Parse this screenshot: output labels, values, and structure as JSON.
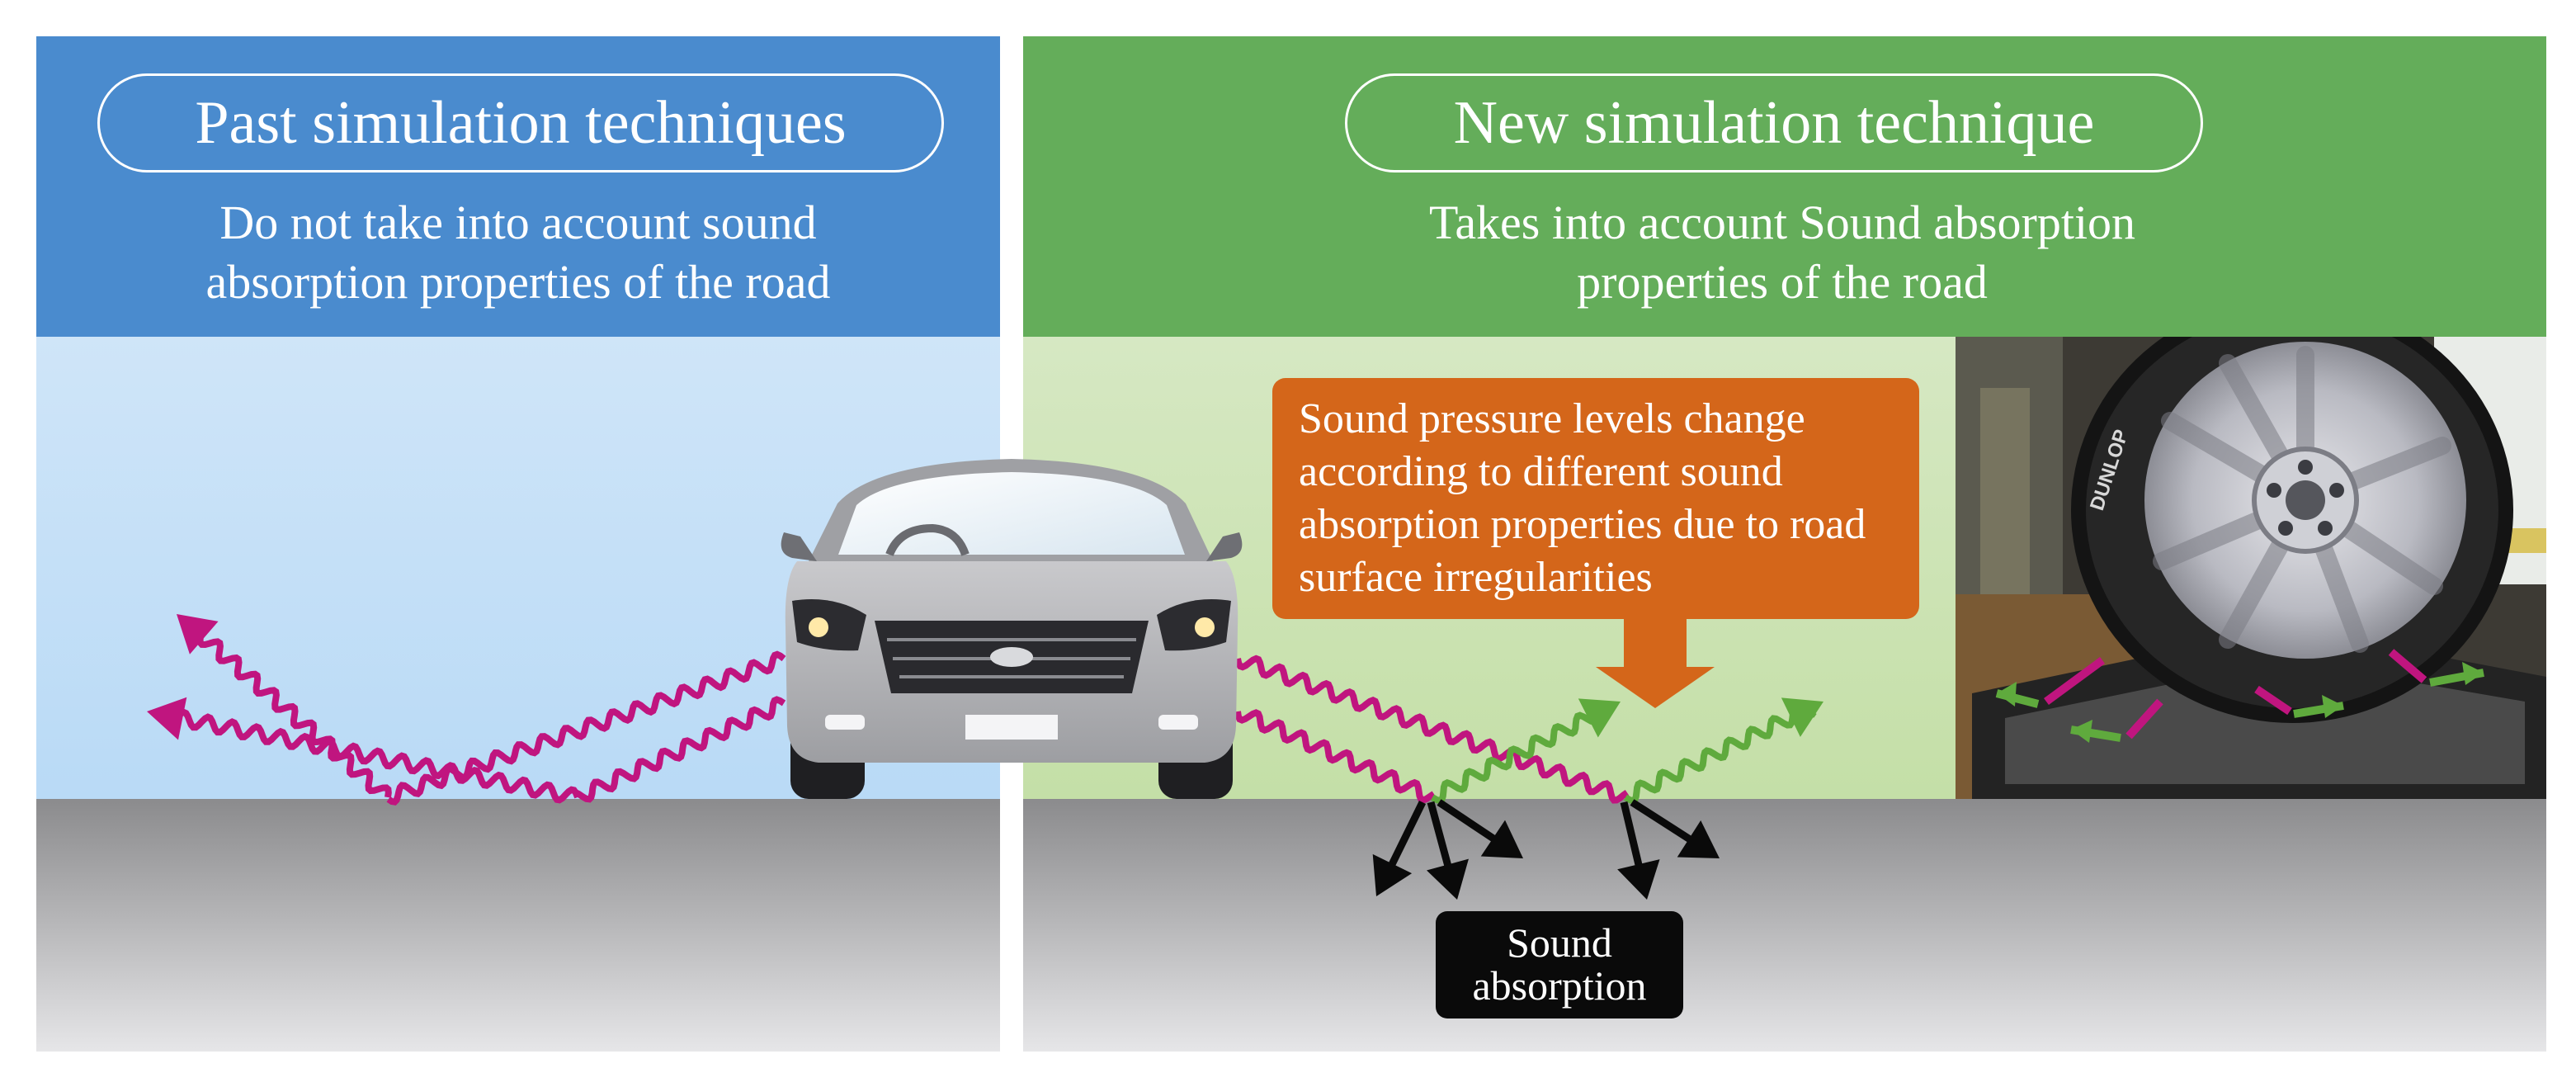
{
  "past": {
    "title": "Past simulation techniques",
    "subtitle": "Do not take into account sound\nabsorption properties of the road",
    "header_color": "#4a8bce",
    "sky_color": "#c5e0f7"
  },
  "new": {
    "title": "New simulation technique",
    "subtitle": "Takes into account Sound absorption\nproperties of the road",
    "header_color": "#64ad5a",
    "sky_color": "#cde2b3",
    "callout": "Sound pressure levels change\naccording to different sound\nabsorption properties due to road\nsurface irregularities",
    "callout_color": "#d4661a",
    "absorption_label": "Sound\nabsorption"
  },
  "photo": {
    "tire_brand": "DUNLOP"
  },
  "colors": {
    "incident_wave": "#c0157f",
    "reflected_wave": "#5faa3d",
    "absorption_arrow": "#0a0a0a"
  }
}
